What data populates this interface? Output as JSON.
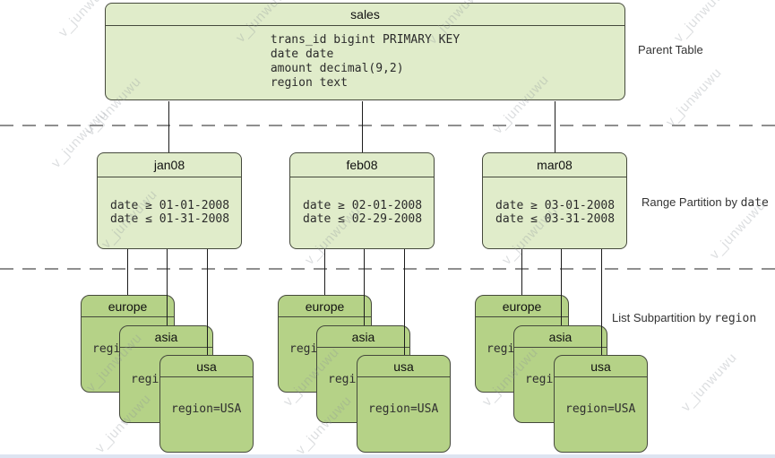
{
  "watermark": {
    "text": "v_junwuwu"
  },
  "parent_table": {
    "title": "sales",
    "columns": [
      "trans_id bigint PRIMARY KEY",
      "date date",
      "amount decimal(9,2)",
      "region text"
    ]
  },
  "partitions": [
    {
      "title": "jan08",
      "rules": [
        "date ≥ 01-01-2008",
        "date ≤ 01-31-2008"
      ]
    },
    {
      "title": "feb08",
      "rules": [
        "date ≥ 02-01-2008",
        "date ≤ 02-29-2008"
      ]
    },
    {
      "title": "mar08",
      "rules": [
        "date ≥ 03-01-2008",
        "date ≤ 03-31-2008"
      ]
    }
  ],
  "subpartitions": [
    {
      "title": "europe",
      "rule": "region=europe"
    },
    {
      "title": "asia",
      "rule": "region=asia"
    },
    {
      "title": "usa",
      "rule": "region=USA"
    }
  ],
  "side_labels": {
    "parent": {
      "text": "Parent Table"
    },
    "range": {
      "text": "Range Partition by ",
      "code": "date"
    },
    "list": {
      "text": "List Subpartition by ",
      "code": "region"
    }
  },
  "colors": {
    "parent_fill": "#e0ecca",
    "card_fill": "#b5d287",
    "border_col": "#45493c",
    "dash_col": "#8f8f8f",
    "label_col": "#333333",
    "line_col": "#1c1c1c"
  }
}
